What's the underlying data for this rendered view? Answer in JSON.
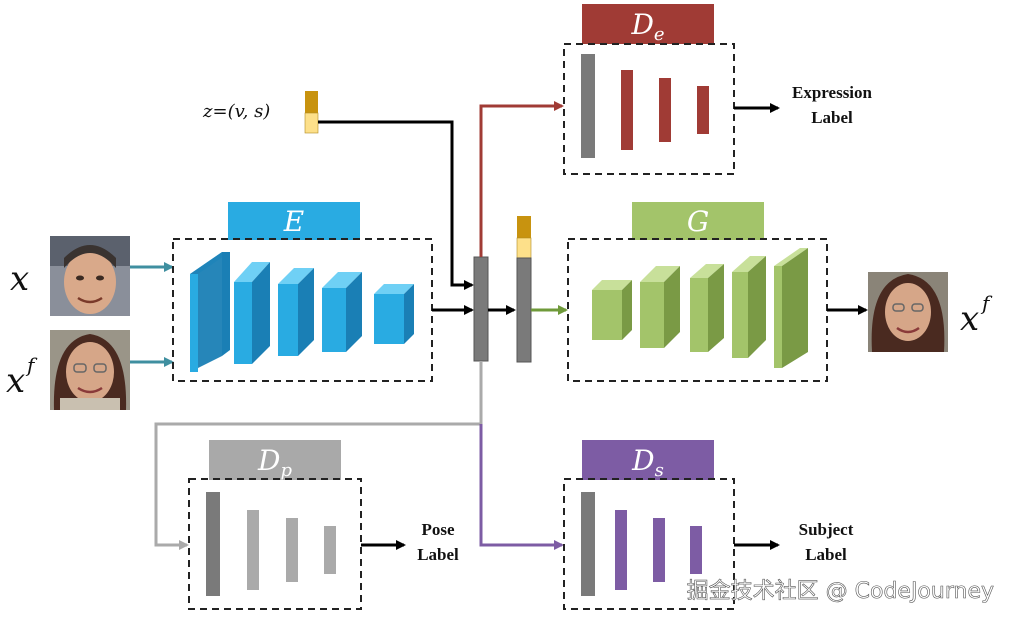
{
  "inputs": {
    "z": "z=(v, s)",
    "x": "x",
    "xf": "x",
    "xf_sup": "f"
  },
  "modules": {
    "E": "E",
    "G": "G",
    "De": {
      "base": "D",
      "sub": "e"
    },
    "Dp": {
      "base": "D",
      "sub": "p"
    },
    "Ds": {
      "base": "D",
      "sub": "s"
    }
  },
  "outputs": {
    "expression": [
      "Expression",
      "Label"
    ],
    "pose": [
      "Pose",
      "Label"
    ],
    "subject": [
      "Subject",
      "Label"
    ],
    "xf": "x",
    "xf_sup": "f"
  },
  "colors": {
    "encoder_face": "#29abe2",
    "encoder_side": "#1a7fb5",
    "encoder_top": "#6fd0f5",
    "generator_face": "#a3c46a",
    "generator_side": "#7a9a45",
    "generator_top": "#c8e09a",
    "expression": "#a03b35",
    "pose": "#a9a9a9",
    "subject": "#7d5ca4",
    "bar_gray": "#7a7a7a",
    "code_gold": "#c8930f",
    "code_light": "#fde08a",
    "arrow_teal": "#3f8fa0",
    "arrow_green": "#6f9a3a"
  },
  "watermark": "掘金技术社区 @ CodeJourney"
}
